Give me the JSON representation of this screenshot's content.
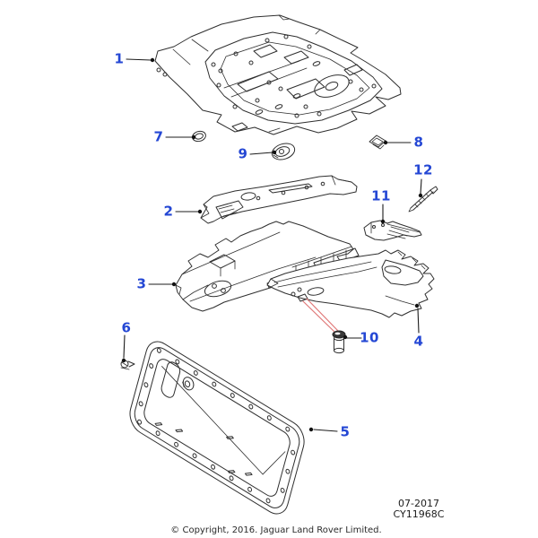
{
  "diagram": {
    "callouts": [
      "1",
      "2",
      "3",
      "4",
      "5",
      "6",
      "7",
      "8",
      "9",
      "10",
      "11",
      "12"
    ]
  },
  "footer": {
    "date_code": "07-2017",
    "drawing_code": "CY11968C",
    "copyright": "© Copyright, 2016. Jaguar Land Rover Limited."
  },
  "colors": {
    "callout_blue": "#2447d4",
    "line_dark": "#2f2f2f",
    "fastener_leader_red": "#e07878",
    "background": "#ffffff"
  }
}
